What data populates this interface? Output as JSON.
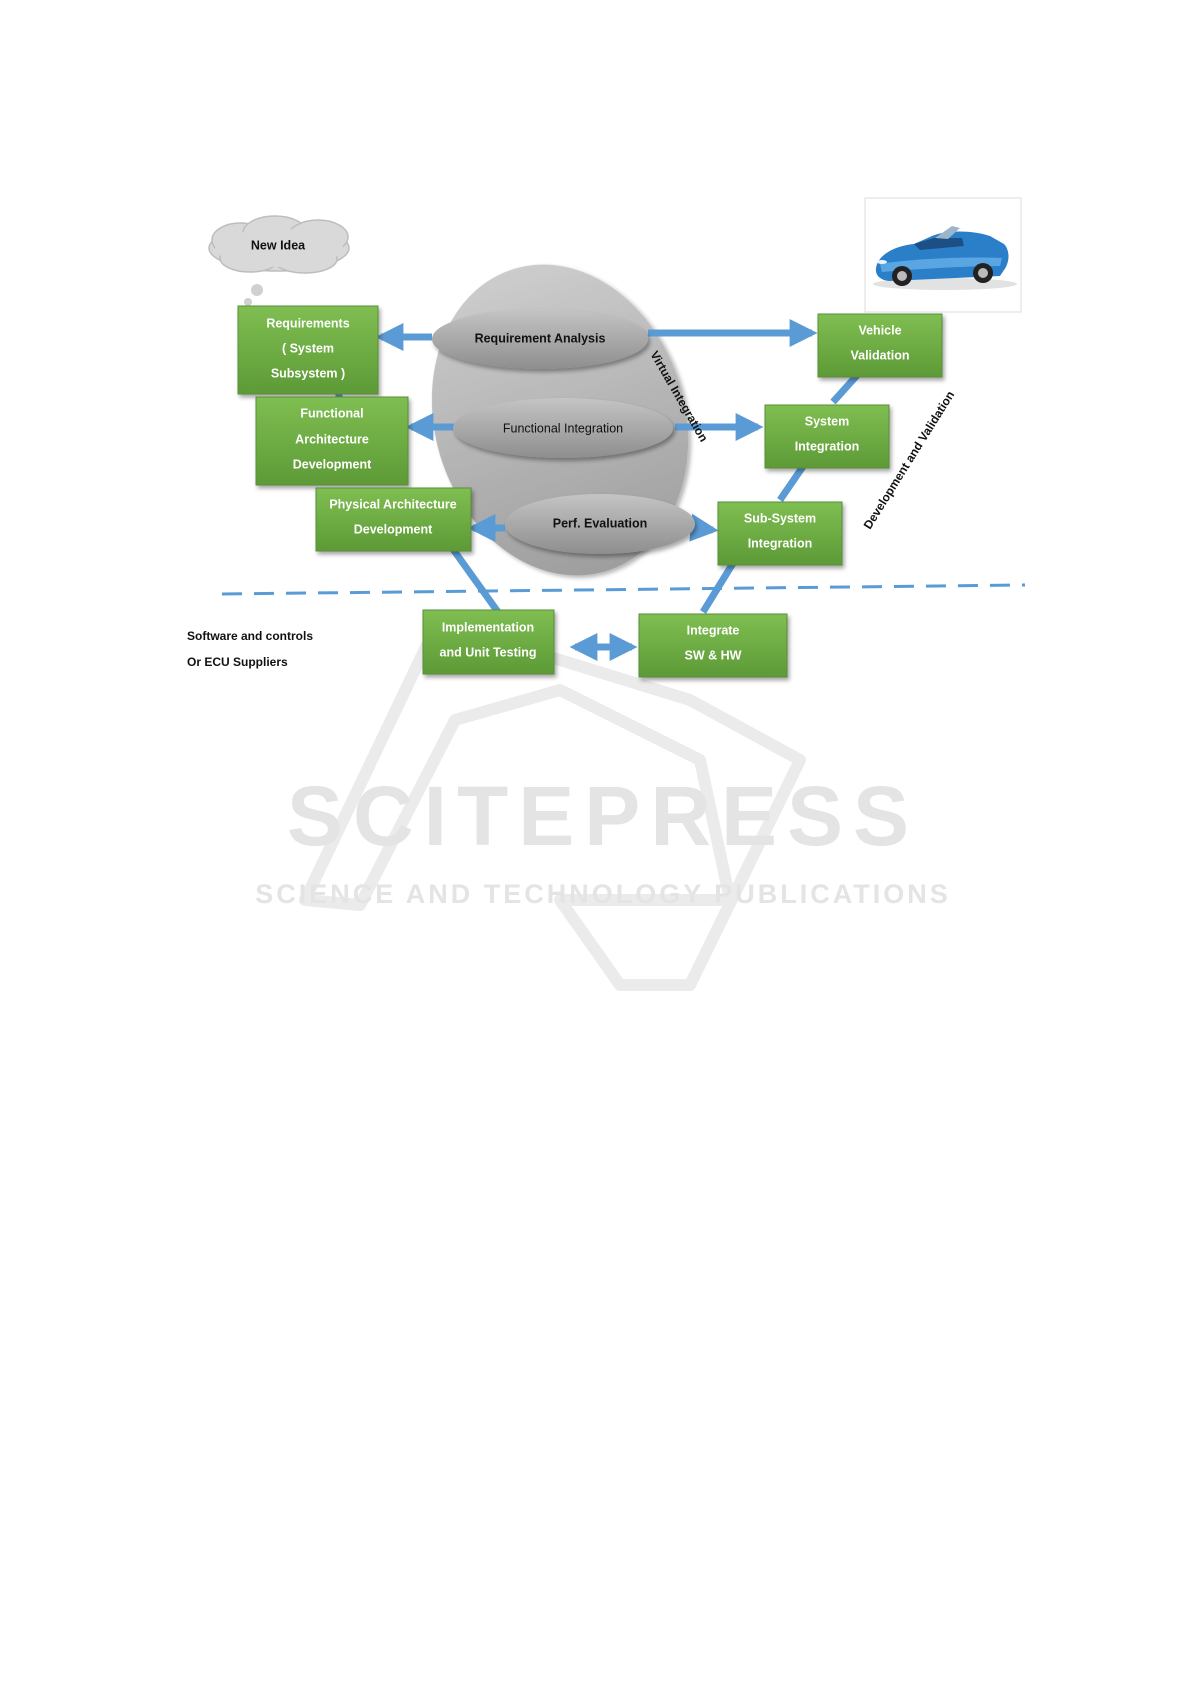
{
  "cloud": {
    "label": "New Idea"
  },
  "boxes": {
    "requirements": [
      "Requirements",
      "( System",
      "Subsystem )"
    ],
    "functional_architecture": [
      "Functional",
      "Architecture",
      "Development"
    ],
    "physical_architecture": [
      "Physical Architecture",
      "Development"
    ],
    "implementation": [
      "Implementation",
      "and Unit Testing"
    ],
    "integrate_sw_hw": [
      "Integrate",
      "SW & HW"
    ],
    "subsystem_integration": [
      "Sub-System",
      "Integration"
    ],
    "system_integration": [
      "System",
      "Integration"
    ],
    "vehicle_validation": [
      "Vehicle",
      "Validation"
    ]
  },
  "ellipses": {
    "requirement_analysis": "Requirement Analysis",
    "functional_integration": "Functional Integration",
    "perf_evaluation": "Perf.  Evaluation"
  },
  "labels": {
    "virtual_integration": "Virtual Integration",
    "development_validation": "Development and Validation",
    "suppliers_line1": "Software and controls",
    "suppliers_line2": "Or ECU Suppliers"
  },
  "watermark": {
    "title": "SCITEPRESS",
    "subtitle": "SCIENCE AND TECHNOLOGY PUBLICATIONS"
  },
  "colors": {
    "box_green": "#6fae45",
    "arrow_blue": "#5b9bd5",
    "ellipse_gray": "#a6a6a6",
    "watermark_gray": "#e4e4e4"
  },
  "icons": {
    "car": "blue-convertible-car-icon"
  }
}
